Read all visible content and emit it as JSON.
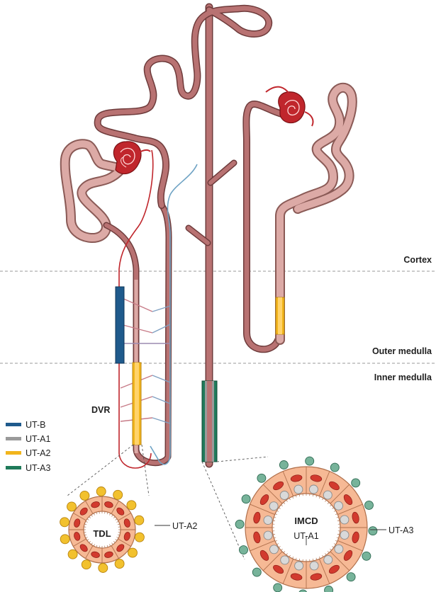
{
  "zones": {
    "cortex": "Cortex",
    "outer_medulla": "Outer medulla",
    "inner_medulla": "Inner medulla"
  },
  "vessel_label": "DVR",
  "legend": [
    {
      "label": "UT-B",
      "color": "#1f5a8c"
    },
    {
      "label": "UT-A1",
      "color": "#9a9a9a"
    },
    {
      "label": "UT-A2",
      "color": "#f2b51c"
    },
    {
      "label": "UT-A3",
      "color": "#1f7a5a"
    }
  ],
  "tdl": {
    "center_label": "TDL",
    "transporter_label": "UT-A2"
  },
  "imcd": {
    "center_label": "IMCD",
    "inner_label": "UT-A1",
    "outer_label": "UT-A3"
  },
  "colors": {
    "tubule": "#b87272",
    "tubule_light": "#dcaaa6",
    "tubule_edge": "#6e3b3b",
    "vessel_red": "#c0262c",
    "vessel_blue": "#6fa3c4",
    "cell_fill": "#f6b995",
    "cell_edge": "#b0704c",
    "nucleus": "#d23a2e",
    "white_bead": "#d9d9d9",
    "green_bead": "#77b39a",
    "yellow_bead": "#f2c12e"
  }
}
